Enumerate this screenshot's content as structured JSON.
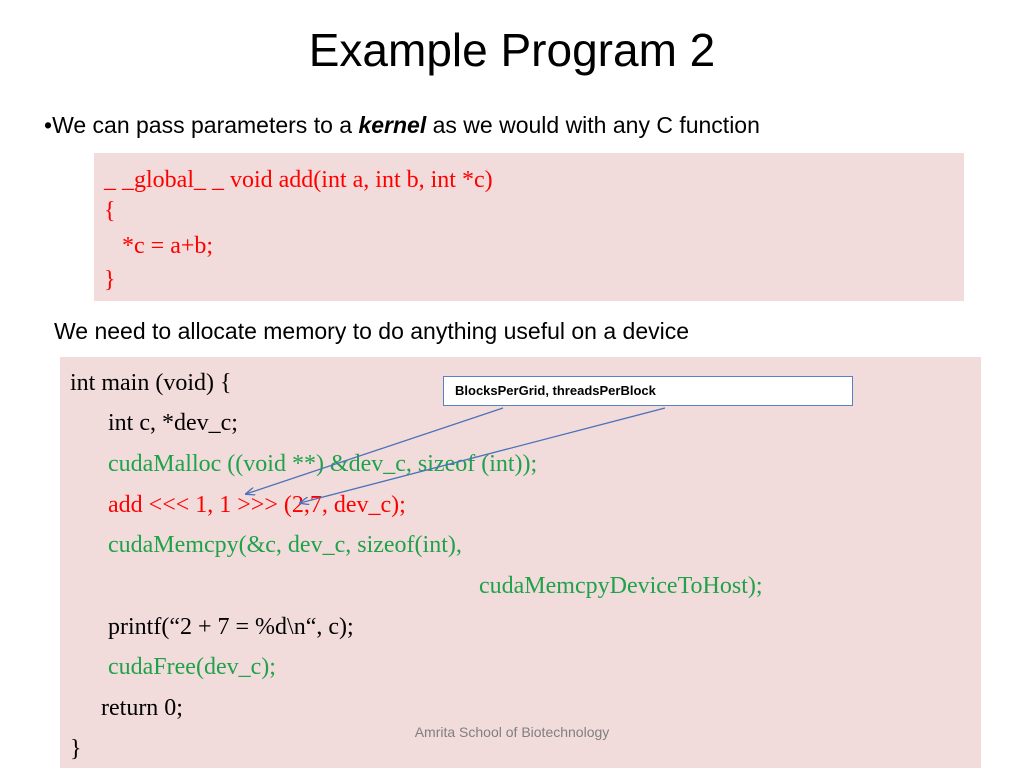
{
  "slide": {
    "title": "Example Program 2",
    "bullet": {
      "marker": "•",
      "before": "We can pass parameters to a ",
      "keyword": "kernel",
      "after": " as we would with any C function"
    },
    "kernel_code": [
      "_ _global_ _ void add(int a, int b, int *c)",
      "{",
      "   *c = a+b;",
      "}"
    ],
    "subhead": "We need to allocate memory to do anything useful on a device",
    "main_code": [
      "int main (void) {",
      "int c, *dev_c;",
      "cudaMalloc ((void **) &dev_c, sizeof (int));",
      "add <<< 1, 1 >>> (2,7, dev_c);",
      "cudaMemcpy(&c, dev_c, sizeof(int),",
      "cudaMemcpyDeviceToHost);",
      "printf(“2 + 7 = %d\\n“, c);",
      "cudaFree(dev_c);",
      "return 0;",
      "}"
    ],
    "callout": "BlocksPerGrid, threadsPerBlock",
    "footer": "Amrita School of Biotechnology"
  },
  "colors": {
    "code_background": "#f2dcdb",
    "kernel_text": "#ff0000",
    "cuda_call_text": "#1fa24a",
    "launch_text": "#ff0000",
    "callout_border": "#5b7fbf",
    "arrow": "#4a72b8",
    "footer_text": "#7f7f7f"
  }
}
